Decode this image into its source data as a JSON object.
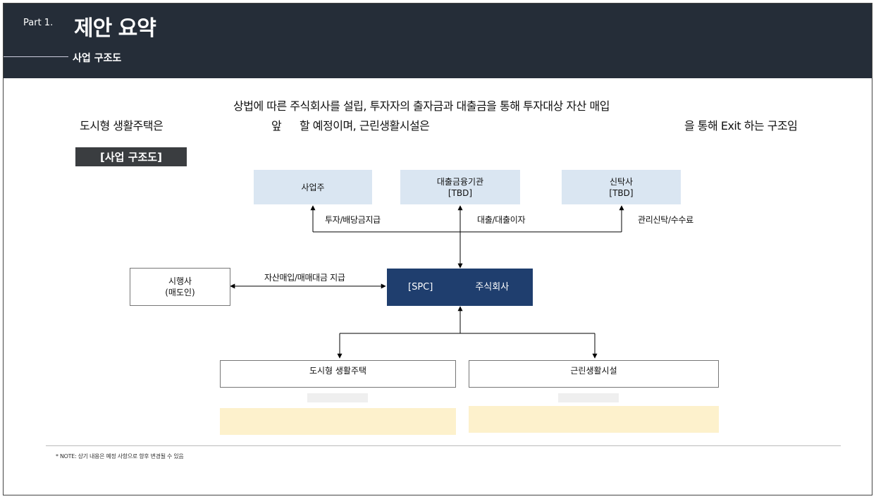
{
  "header": {
    "part": "Part 1.",
    "title": "제안 요약",
    "subtitle": "사업 구조도"
  },
  "intro": {
    "line1": "상법에 따른 주식회사를 설립, 투자자의 출자금과 대출금을 통해 투자대상 자산 매입",
    "left": "도시형 생활주택은",
    "mid_a": "앞",
    "mid_b": "할 예정이며, 근린생활시설은",
    "right": "을 통해 Exit 하는 구조임"
  },
  "section_tag": "[사업 구조도]",
  "diagram": {
    "nodes": {
      "sponsor": "사업주",
      "lender_line1": "대출금융기관",
      "lender_line2": "[TBD]",
      "trustee_line1": "신탁사",
      "trustee_line2": "[TBD]",
      "developer_line1": "시행사",
      "developer_line2": "(매도인)",
      "spc_tag": "[SPC]",
      "spc_name": "주식회사",
      "housing": "도시형 생활주택",
      "retail": "근린생활시설"
    },
    "edges": {
      "sponsor_flow": "투자/배당금지급",
      "lender_flow": "대출/대출이자",
      "trustee_flow": "관리신탁/수수료",
      "developer_flow": "자산매입/매매대금 지급"
    }
  },
  "footer_note": "* NOTE: 상기 내용은 예정 사항으로 향후 변경될 수 있음"
}
